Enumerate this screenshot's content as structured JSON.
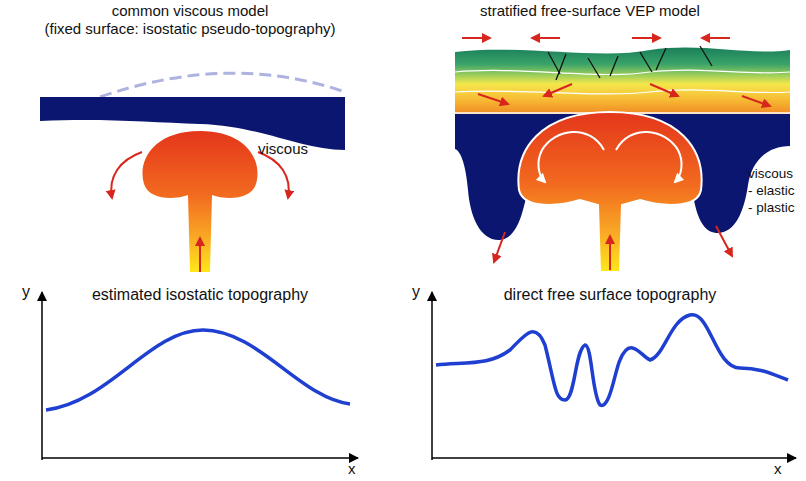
{
  "diagram": {
    "labels": [
      "common viscous model",
      "(fixed surface: isostatic pseudo-topography)",
      "stratified free-surface VEP model",
      "viscous",
      "viscous",
      "- elastic",
      "- plastic",
      "estimated isostatic topography",
      "y",
      "x",
      "direct free surface topography",
      "y",
      "x"
    ]
  }
}
